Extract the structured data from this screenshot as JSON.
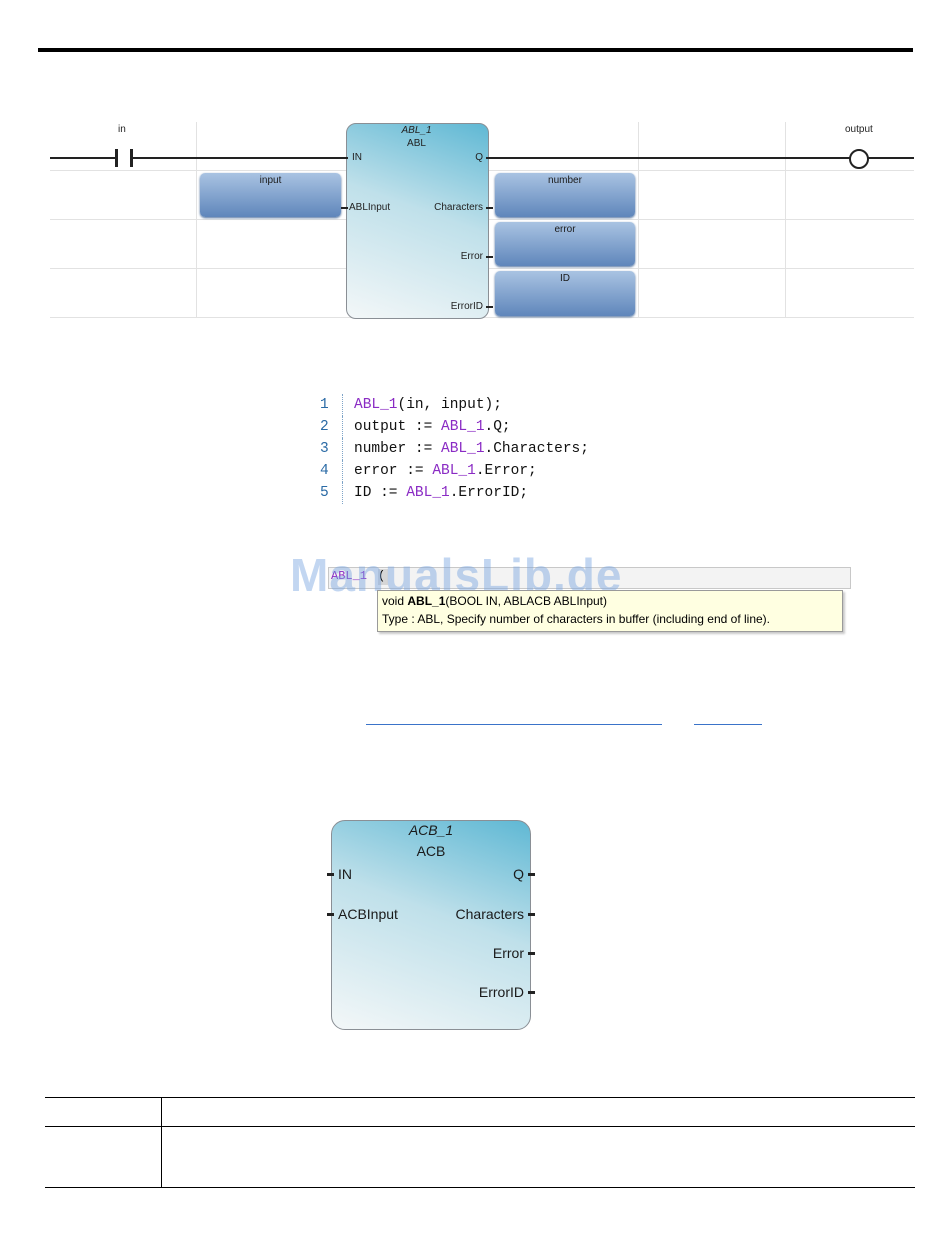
{
  "ladder": {
    "contact_label": "in",
    "coil_label": "output",
    "block": {
      "instance": "ABL_1",
      "type": "ABL",
      "inputs": [
        "IN",
        "ABLInput"
      ],
      "outputs": [
        "Q",
        "Characters",
        "Error",
        "ErrorID"
      ]
    },
    "input_var": "input",
    "output_vars": [
      "number",
      "error",
      "ID"
    ]
  },
  "code": {
    "lines": [
      {
        "num": "1",
        "parts": [
          {
            "t": "ABL_1",
            "k": true
          },
          {
            "t": "(in, input);",
            "k": false
          }
        ]
      },
      {
        "num": "2",
        "parts": [
          {
            "t": "output := ",
            "k": false
          },
          {
            "t": "ABL_1",
            "k": true
          },
          {
            "t": ".Q;",
            "k": false
          }
        ]
      },
      {
        "num": "3",
        "parts": [
          {
            "t": "number := ",
            "k": false
          },
          {
            "t": "ABL_1",
            "k": true
          },
          {
            "t": ".Characters;",
            "k": false
          }
        ]
      },
      {
        "num": "4",
        "parts": [
          {
            "t": "error := ",
            "k": false
          },
          {
            "t": "ABL_1",
            "k": true
          },
          {
            "t": ".Error;",
            "k": false
          }
        ]
      },
      {
        "num": "5",
        "parts": [
          {
            "t": "ID := ",
            "k": false
          },
          {
            "t": "ABL_1",
            "k": true
          },
          {
            "t": ".ErrorID;",
            "k": false
          }
        ]
      }
    ]
  },
  "intellisense": {
    "typed": "ABL_1",
    "caret_char": "(",
    "tooltip_prefix": "void ",
    "tooltip_name": "ABL_1",
    "tooltip_sig": "(BOOL IN, ABLACB ABLInput)",
    "tooltip_line2": "Type : ABL, Specify number of characters in buffer (including end of line)."
  },
  "watermark": "ManualsLib.de",
  "acb_block": {
    "instance": "ACB_1",
    "type": "ACB",
    "inputs": [
      "IN",
      "ACBInput"
    ],
    "outputs": [
      "Q",
      "Characters",
      "Error",
      "ErrorID"
    ]
  }
}
